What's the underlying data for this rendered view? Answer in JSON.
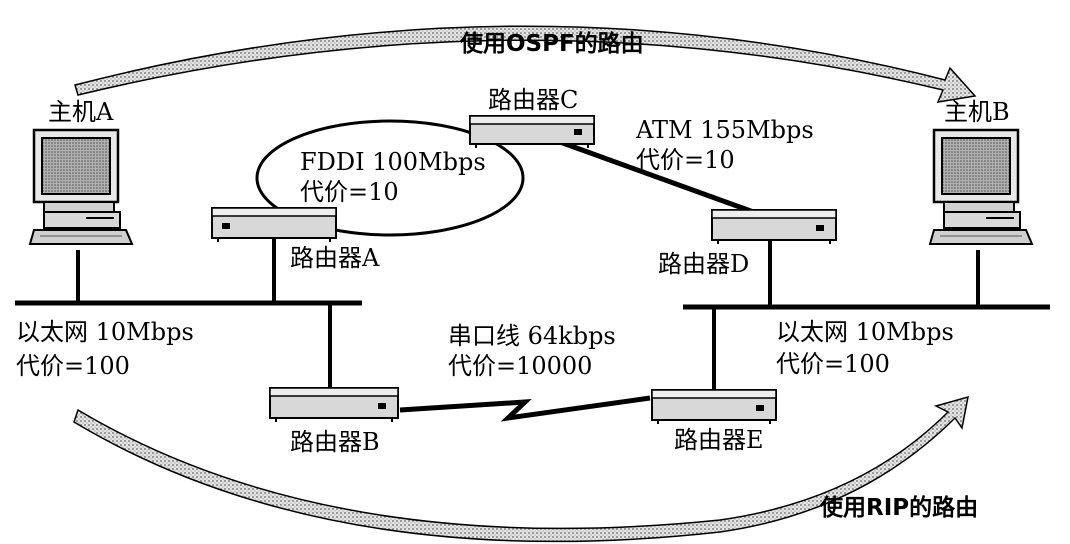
{
  "routes": {
    "ospf_label": "使用OSPF的路由",
    "rip_label": "使用RIP的路由"
  },
  "hosts": {
    "a_label": "主机A",
    "b_label": "主机B"
  },
  "routers": {
    "a_label": "路由器A",
    "b_label": "路由器B",
    "c_label": "路由器C",
    "d_label": "路由器D",
    "e_label": "路由器E"
  },
  "links": {
    "fddi": {
      "name": "FDDI 100Mbps",
      "cost": "代价=10"
    },
    "atm": {
      "name": "ATM 155Mbps",
      "cost": "代价=10"
    },
    "serial": {
      "name": "串口线 64kbps",
      "cost": "代价=10000"
    },
    "ethernet_left": {
      "name": "以太网 10Mbps",
      "cost": "代价=100"
    },
    "ethernet_right": {
      "name": "以太网 10Mbps",
      "cost": "代价=100"
    }
  },
  "colors": {
    "line": "#000000",
    "arrow_fill": "#cfcfcf",
    "router_fill": "#d8d8d8",
    "screen": "#a8a8a8"
  }
}
